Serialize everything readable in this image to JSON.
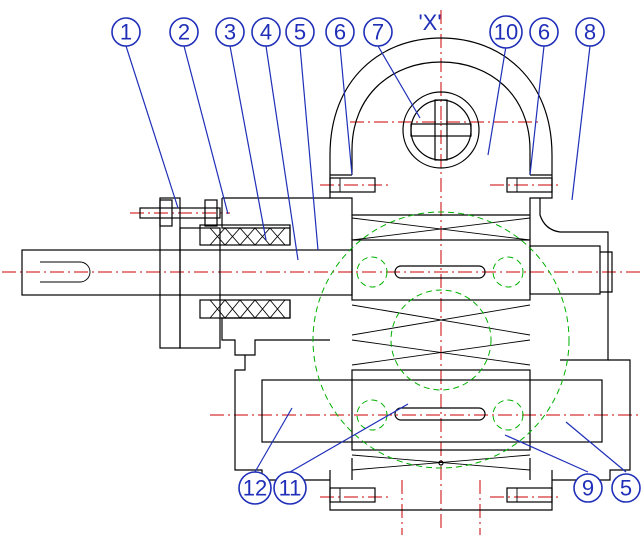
{
  "view_label": "'X'",
  "callouts": [
    {
      "id": "c1",
      "label": "1"
    },
    {
      "id": "c2",
      "label": "2"
    },
    {
      "id": "c3",
      "label": "3"
    },
    {
      "id": "c4",
      "label": "4"
    },
    {
      "id": "c5a",
      "label": "5"
    },
    {
      "id": "c6a",
      "label": "6"
    },
    {
      "id": "c7",
      "label": "7"
    },
    {
      "id": "c10",
      "label": "10"
    },
    {
      "id": "c6b",
      "label": "6"
    },
    {
      "id": "c8",
      "label": "8"
    },
    {
      "id": "c12",
      "label": "12"
    },
    {
      "id": "c11",
      "label": "11"
    },
    {
      "id": "c9",
      "label": "9"
    },
    {
      "id": "c5b",
      "label": "5"
    }
  ],
  "colors": {
    "callout": "#1f2fb8",
    "outline": "#000000",
    "centerline": "#cc0000",
    "pitch_circle": "#00b000"
  }
}
